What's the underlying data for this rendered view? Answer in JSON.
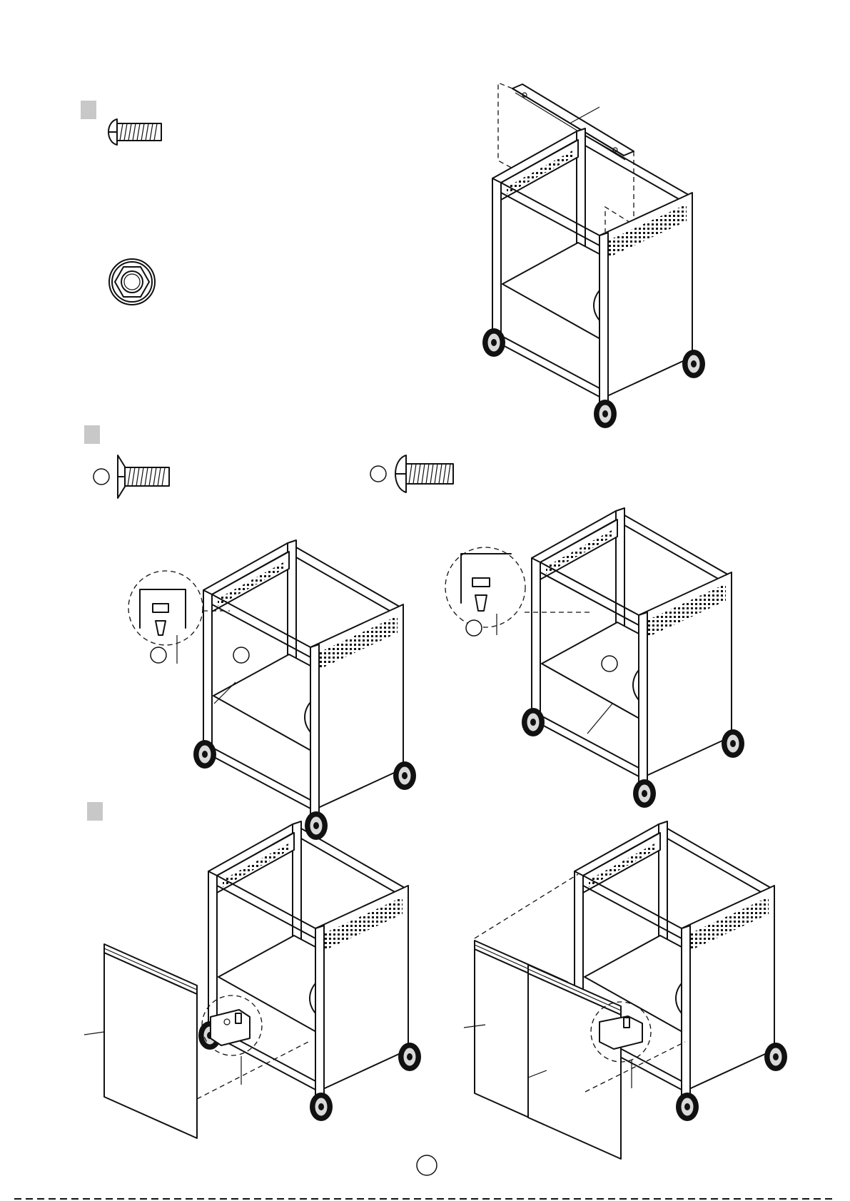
{
  "document": {
    "title": "",
    "page_number": ""
  },
  "steps": [
    {
      "id": "step-1",
      "label": "",
      "hardware": [
        "truss-head-bolt",
        "flange-nut"
      ]
    },
    {
      "id": "step-2",
      "label": "",
      "hardware": [
        "countersunk-screw",
        "truss-head-bolt"
      ],
      "part_callouts": [
        "",
        ""
      ]
    },
    {
      "id": "step-3",
      "label": "",
      "callouts": []
    }
  ],
  "icons": [
    "screw-icon",
    "nut-icon",
    "wheel-icon"
  ],
  "colors": {
    "line": "#111111",
    "step_box": "#c8c8c8",
    "background": "#ffffff"
  }
}
